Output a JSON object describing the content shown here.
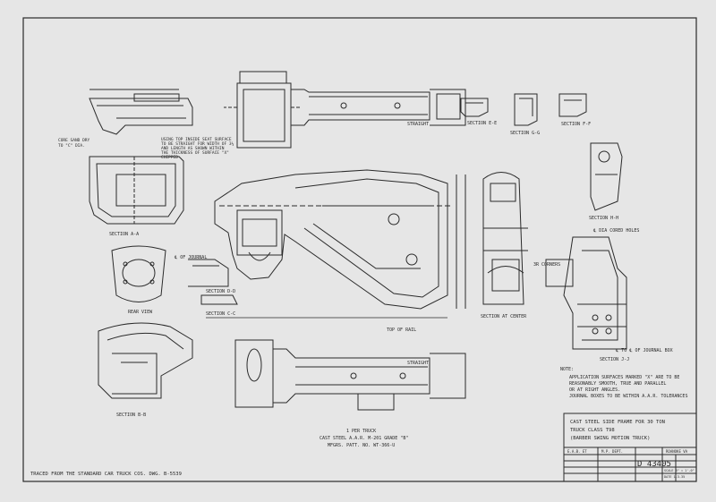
{
  "sections": {
    "a_a": "SECTION A-A",
    "b_b": "SECTION B-B",
    "c_c": "SECTION C-C",
    "d_d": "SECTION D-D",
    "e_e": "SECTION E-E",
    "g_g": "SECTION G-G",
    "f_f": "SECTION F-F",
    "h_h": "SECTION H-H",
    "j_j": "SECTION J-J",
    "center": "SECTION AT CENTER"
  },
  "views": {
    "rear": "REAR VIEW"
  },
  "labels": {
    "top_of_rail": "TOP OF RAIL",
    "cl_journal": "℄ OF JOURNAL",
    "cl_journal_box": "℄ TO ℄ OF JOURNAL BOX",
    "corners": "3R CORNERS",
    "cored_holes": "℄ DIA CORED HOLES",
    "straight": "STRAIGHT",
    "core_note_1": "CORE SAND DRY",
    "core_note_2": "TO \"C\" DIA.",
    "note_use_1": "USING TOP INSIDE SEAT SURFACE",
    "note_use_2": "TO BE STRAIGHT FOR WIDTH OF 3¼",
    "note_use_3": "AND LENGTH AS SHOWN WITHIN",
    "note_use_4": "THE THICKNESS OF SURFACE \"X\"",
    "note_use_5": "CHIPPED"
  },
  "part_note": {
    "line1": "1 PER TRUCK",
    "line2": "CAST STEEL A.A.R. M-201 GRADE \"B\"",
    "line3": "MFGRS. PATT. NO. WT-366-U"
  },
  "note": {
    "heading": "NOTE:",
    "line1": "APPLICATION SURFACES MARKED \"X\" ARE TO BE",
    "line2": "REASONABLY SMOOTH, TRUE AND PARALLEL",
    "line3": "OR AT RIGHT ANGLES.",
    "line4": "JOURNAL BOXES TO BE WITHIN A.A.R. TOLERANCES"
  },
  "title_block": {
    "line1": "CAST STEEL SIDE FRAME FOR 30 TON",
    "line2": "TRUCK CLASS T98",
    "line3": "(BARBER SWING MOTION TRUCK)",
    "drawn": "E.A.B. ET",
    "dept": "M.P. DEPT.",
    "location": "ROANOKE VA",
    "dwg_no": "D 43405",
    "scale": "SCALE 3\" = 1'-0\"",
    "date": "DATE 1-3-35"
  },
  "traced_note": "TRACED FROM THE STANDARD CAR TRUCK COS. DWG. B-5539"
}
